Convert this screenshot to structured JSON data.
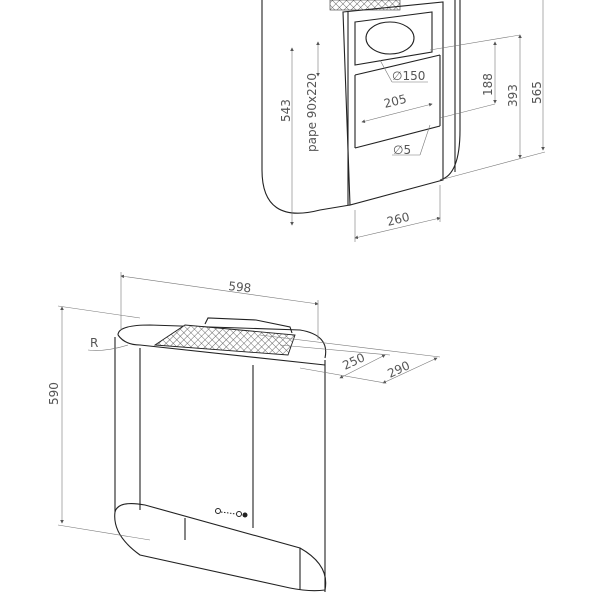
{
  "top_view": {
    "dimensions": {
      "height_total": "565",
      "height_543": "543",
      "height_393": "393",
      "height_188": "188",
      "width_205": "205",
      "width_260": "260",
      "duct_diameter": "∅150",
      "hole_diameter": "∅5",
      "damper_label": "pape 90x220"
    }
  },
  "front_view": {
    "dimensions": {
      "width": "598",
      "height": "590",
      "depth_250": "250",
      "depth_290": "290",
      "radius": "R"
    }
  },
  "colors": {
    "line": "#222222",
    "dimension": "#555555",
    "background": "#ffffff"
  }
}
